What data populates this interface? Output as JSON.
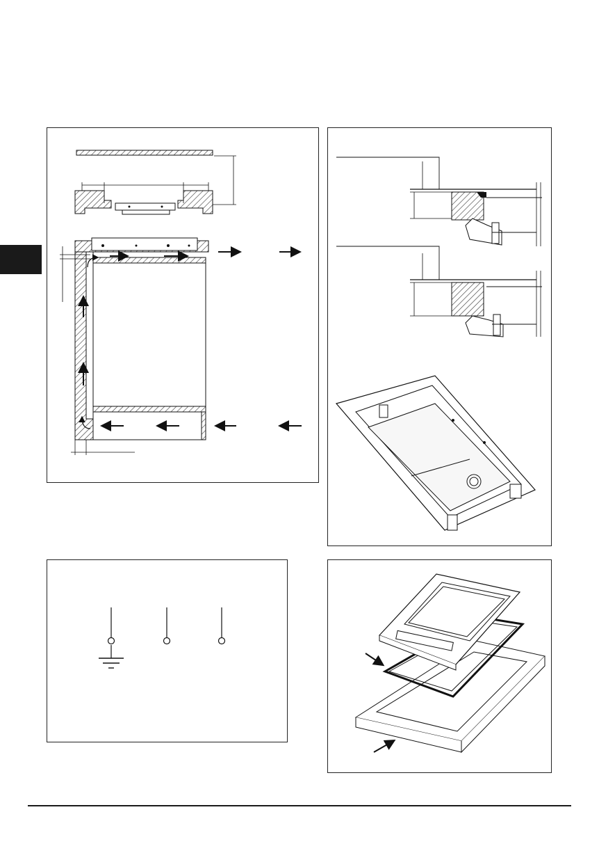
{
  "page": {
    "side_tab_color": "#1a1a1a",
    "line_color": "#1a1a1a",
    "hatch_color": "#333333"
  },
  "figures": [
    {
      "id": "ventilation-section",
      "description_icon": "cabinet-airflow-diagram"
    },
    {
      "id": "mounting-detail",
      "description_icon": "worktop-clamp-diagram"
    },
    {
      "id": "earth-wiring",
      "description_icon": "terminal-block-diagram"
    },
    {
      "id": "seal-assembly",
      "description_icon": "hob-exploded-view"
    }
  ]
}
